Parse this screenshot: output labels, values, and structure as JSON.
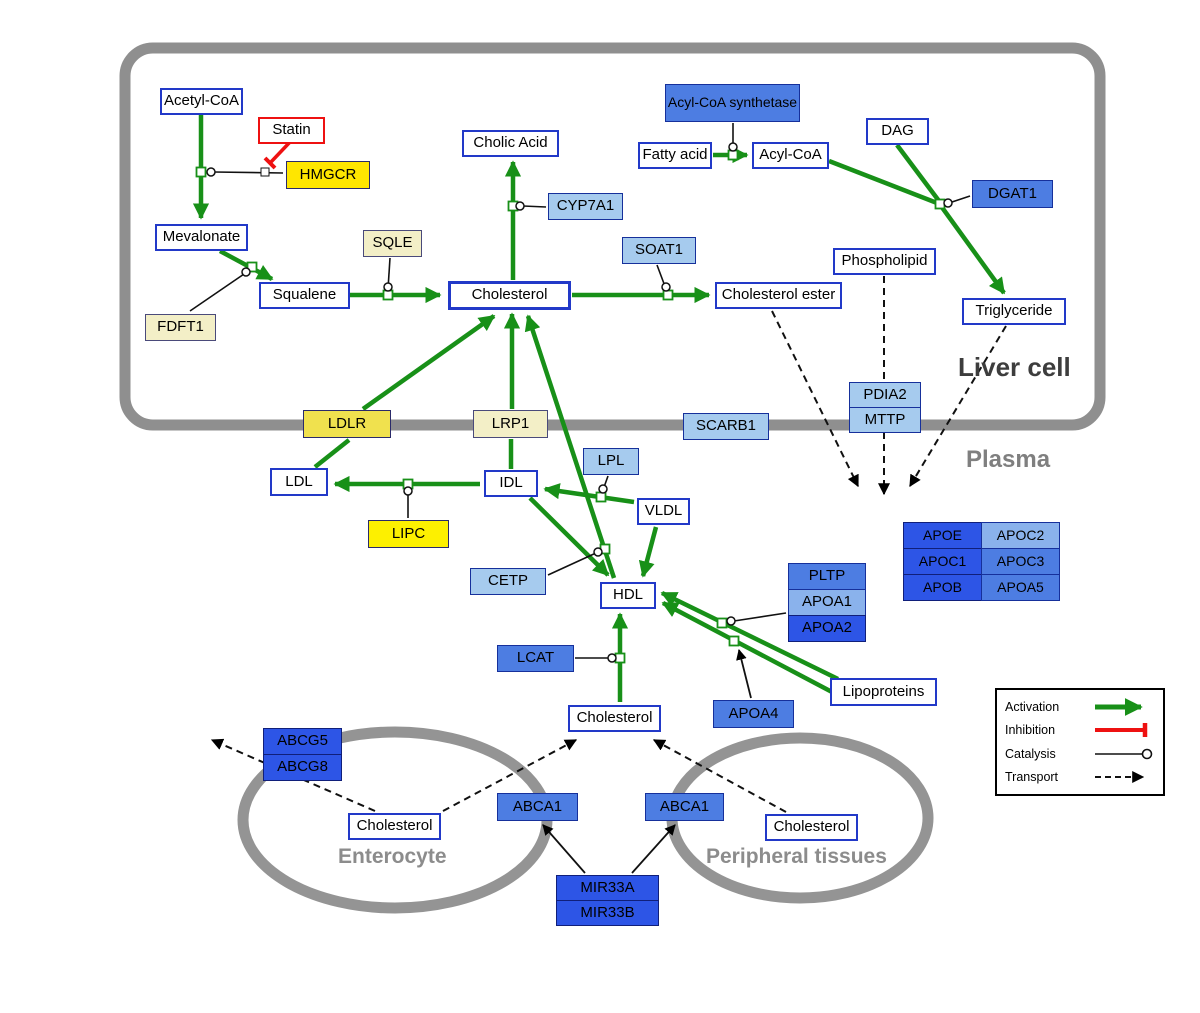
{
  "compartments": {
    "liver": "Liver cell",
    "plasma": "Plasma",
    "enterocyte": "Enterocyte",
    "peripheral": "Peripheral tissues"
  },
  "nodes": {
    "acetyl_coa": "Acetyl-CoA",
    "statin": "Statin",
    "hmgcr": "HMGCR",
    "mevalonate": "Mevalonate",
    "fdft1": "FDFT1",
    "squalene": "Squalene",
    "sqle": "SQLE",
    "cholesterol_liver": "Cholesterol",
    "cholic_acid": "Cholic Acid",
    "cyp7a1": "CYP7A1",
    "soat1": "SOAT1",
    "cholesterol_ester": "Cholesterol ester",
    "acyl_coa_synthetase": "Acyl-CoA synthetase",
    "fatty_acid": "Fatty acid",
    "acyl_coa": "Acyl-CoA",
    "dag": "DAG",
    "dgat1": "DGAT1",
    "phospholipid": "Phospholipid",
    "triglyceride": "Triglyceride",
    "pdia2": "PDIA2",
    "mttp": "MTTP",
    "ldlr": "LDLR",
    "lrp1": "LRP1",
    "scarb1": "SCARB1",
    "ldl": "LDL",
    "idl": "IDL",
    "lipc": "LIPC",
    "lpl": "LPL",
    "vldl": "VLDL",
    "cetp": "CETP",
    "hdl": "HDL",
    "lcat": "LCAT",
    "pltp": "PLTP",
    "apoa1": "APOA1",
    "apoa2": "APOA2",
    "apoa4": "APOA4",
    "lipoproteins": "Lipoproteins",
    "apoe": "APOE",
    "apoc2": "APOC2",
    "apoc1": "APOC1",
    "apoc3": "APOC3",
    "apob": "APOB",
    "apoa5": "APOA5",
    "cholesterol_plasma": "Cholesterol",
    "abcg5": "ABCG5",
    "abcg8": "ABCG8",
    "cholesterol_enterocyte": "Cholesterol",
    "abca1_enterocyte": "ABCA1",
    "abca1_peripheral": "ABCA1",
    "cholesterol_peripheral": "Cholesterol",
    "mir33a": "MIR33A",
    "mir33b": "MIR33B"
  },
  "legend": {
    "activation": "Activation",
    "inhibition": "Inhibition",
    "catalysis": "Catalysis",
    "transport": "Transport"
  },
  "colors": {
    "activation_green": "#189018",
    "inhibition_red": "#ee1111",
    "membrane_gray": "#8f8f8f",
    "metabolite_border_blue": "#2239c8",
    "gene_yellow": "#ffe600",
    "gene_light_blue": "#a6cbee",
    "gene_medium_blue": "#4d7de2",
    "gene_bright_blue": "#2d55e6"
  }
}
